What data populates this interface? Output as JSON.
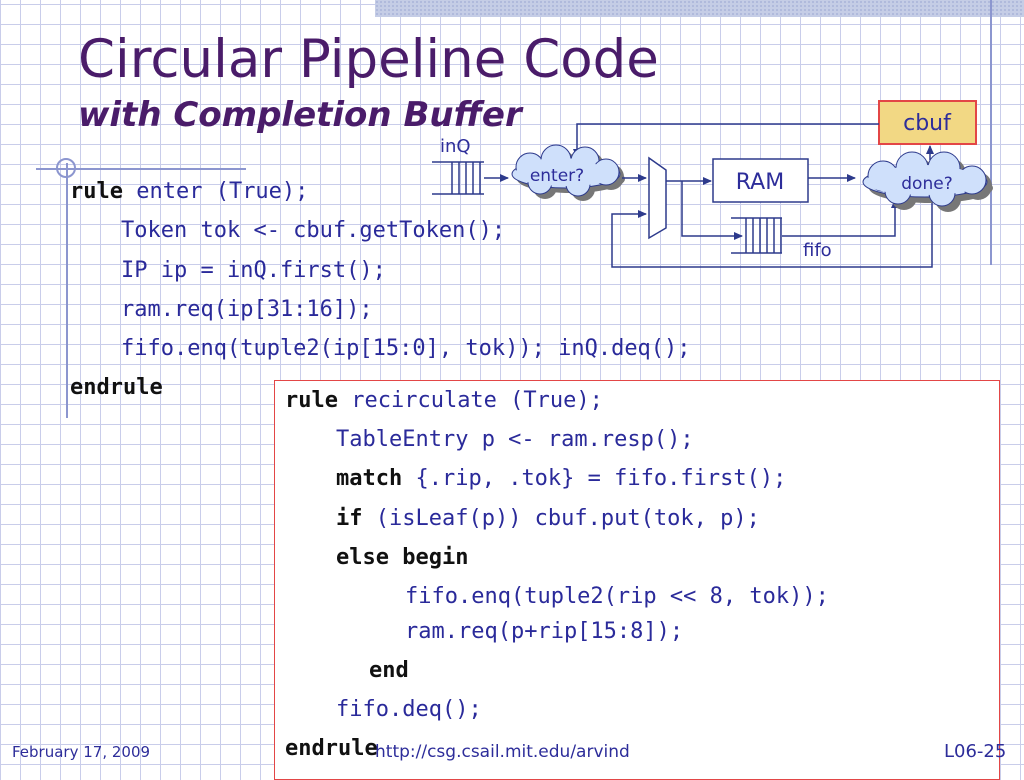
{
  "slide": {
    "title": "Circular Pipeline Code",
    "subtitle": "with Completion Buffer"
  },
  "diagram": {
    "cbuf_label": "cbuf",
    "inq_label": "inQ",
    "enter_label": "enter?",
    "ram_label": "RAM",
    "done_label": "done?",
    "fifo_label": "fifo"
  },
  "code_enter": {
    "line1_kw": "rule",
    "line1_rest": " enter (True);",
    "line2": "Token tok <- cbuf.getToken();",
    "line3": "IP ip = inQ.first();",
    "line4": "ram.req(ip[31:16]);",
    "line5": "fifo.enq(tuple2(ip[15:0], tok)); inQ.deq();",
    "line6_kw": "endrule"
  },
  "code_recirc": {
    "line1_kw": "rule",
    "line1_rest": " recirculate (True);",
    "line2": "TableEntry p <- ram.resp();",
    "line3_kw": "match",
    "line3_rest": " {.rip, .tok} = fifo.first();",
    "line4_kw": "if",
    "line4_rest": " (isLeaf(p)) cbuf.put(tok, p);",
    "line5_kw": "else begin",
    "line6": "fifo.enq(tuple2(rip << 8, tok));",
    "line7": "ram.req(p+rip[15:8]);",
    "line8_kw": "end",
    "line9": "fifo.deq();",
    "line10_kw": "endrule"
  },
  "footer": {
    "date": "February 17, 2009",
    "url": "http://csg.csail.mit.edu/arvind",
    "slide_number": "L06-25"
  },
  "colors": {
    "title": "#4a1c6a",
    "code": "#2a2a9a",
    "keyword": "#111111",
    "cbuf_fill": "#f2d884",
    "cbuf_border": "#e34646",
    "cloud_fill": "#cfe0fb",
    "line": "#2d3a8c"
  }
}
